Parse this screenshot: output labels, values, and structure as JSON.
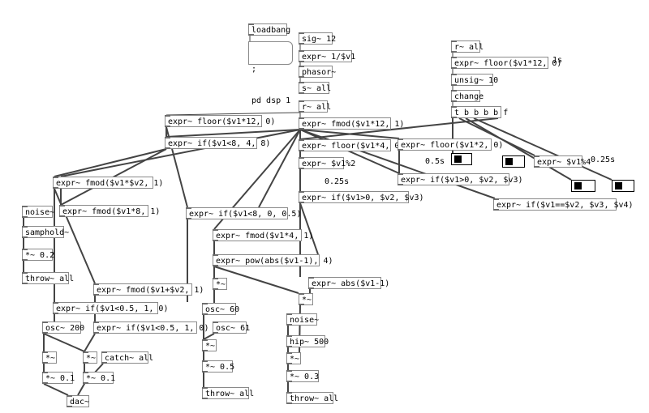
{
  "patch": {
    "objects": {
      "loadbang": "loadbang",
      "pd_dsp_msg_line1": ";",
      "pd_dsp_msg_line2": "pd dsp 1",
      "sig_12": "sig~ 12",
      "expr_recip": "expr~ 1/$v1",
      "phasor": "phasor~",
      "send_all": "s~ all",
      "r_all_top": "r~ all",
      "expr_floor_top": "expr~ floor($v1*12, 0)",
      "label_1s": "1s",
      "unsig": "unsig~ 10",
      "change": "change",
      "trigger": "t b b b b f",
      "r_all_mid": "r~ all",
      "expr_floor_mid": "expr~ floor($v1*12, 0)",
      "expr_fmod_mid": "expr~ fmod($v1*12, 1)",
      "expr_if_lt8": "expr~ if($v1<8, 4, 8)",
      "expr_floor_4": "expr~ floor($v1*4, 0)",
      "expr_floor_2": "expr~ floor($v1*2, 0)",
      "label_05s": "0.5s",
      "expr_mod2": "expr~ $v1%2",
      "expr_mod4": "expr~ $v1%4",
      "label_025s_right": "0.25s",
      "label_025s_mid": "0.25s",
      "expr_if_gt0_a": "expr~ if($v1>0, $v2, $v3)",
      "expr_if_gt0_b": "expr~ if($v1>0, $v2, $v3)",
      "expr_if_eq": "expr~ if($v1==$v2, $v3, $v4)",
      "expr_fmod_v2": "expr~ fmod($v1*$v2, 1)",
      "noise_left": "noise~",
      "expr_fmod_8": "expr~ fmod($v1*8, 1)",
      "samphold": "samphold~",
      "mul_02": "*~ 0.2",
      "throw_left": "throw~ all",
      "expr_if_lt8_05": "expr~ if($v1<8, 0, 0.5)",
      "expr_fmod_4": "expr~ fmod($v1*4, 1)",
      "expr_pow": "expr~ pow(abs($v1-1), 4)",
      "mul_center": "*~",
      "expr_abs": "expr~ abs($v1-1)",
      "mul_right": "*~",
      "expr_fmod_v1v2": "expr~ fmod($v1+$v2, 1)",
      "expr_if_lt05_a": "expr~ if($v1<0.5, 1, 0)",
      "expr_if_lt05_b": "expr~ if($v1<0.5, 1, 0)",
      "osc_200": "osc~ 200",
      "mul_l1": "*~",
      "mul_l2": "*~",
      "catch_all": "catch~ all",
      "mul_01_a": "*~ 0.1",
      "mul_01_b": "*~ 0.1",
      "dac": "dac~",
      "osc_60": "osc~ 60",
      "osc_61": "osc~ 61",
      "mul_c2": "*~",
      "mul_05": "*~ 0.5",
      "throw_center": "throw~ all",
      "noise_right": "noise~",
      "hip_500": "hip~ 500",
      "mul_r2": "*~",
      "mul_03": "*~ 0.3",
      "throw_right": "throw~ all"
    },
    "toggles": {
      "toggle_1s": "on",
      "toggle_05s": "on",
      "toggle_025s_a": "on",
      "toggle_025s_b": "on"
    }
  }
}
